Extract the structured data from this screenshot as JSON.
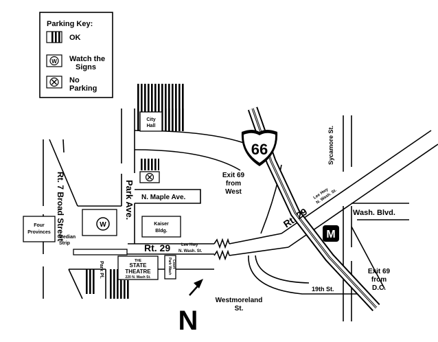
{
  "legend": {
    "title": "Parking Key:",
    "ok": "OK",
    "watch_line1": "Watch the",
    "watch_line2": "Signs",
    "no_line1": "No",
    "no_line2": "Parking",
    "watch_symbol": "W"
  },
  "map": {
    "city_hall_line1": "City",
    "city_hall_line2": "Hall",
    "kaiser_line1": "Kaiser",
    "kaiser_line2": "Bldg.",
    "four_line1": "Four",
    "four_line2": "Provinces",
    "median_line1": "Median",
    "median_line2": "Strip",
    "rt7": "Rt. 7 Broad Street",
    "park_ave": "Park Ave.",
    "n_maple": "N. Maple Ave.",
    "rt29": "Rt. 29",
    "lee_hwy_1": "Lee Hwy",
    "lee_hwy_2": "N. Wash. St.",
    "park_pl": "Park Pl.",
    "park_wash_1": "Park Wash",
    "park_wash_2": "Court",
    "theatre_the": "THE",
    "theatre_state": "STATE",
    "theatre_name": "THEATRE",
    "theatre_addr": "220 N. Wash St.",
    "shield": "66",
    "exit_west_1": "Exit 69",
    "exit_west_2": "from",
    "exit_west_3": "West",
    "exit_dc_1": "Exit 69",
    "exit_dc_2": "from",
    "exit_dc_3": "D.C.",
    "sycamore": "Sycamore St.",
    "wash_blvd": "Wash. Blvd.",
    "metro": "M",
    "nineteenth": "19th St.",
    "westmoreland_1": "Westmoreland",
    "westmoreland_2": "St.",
    "north": "N",
    "watch_symbol": "W"
  }
}
